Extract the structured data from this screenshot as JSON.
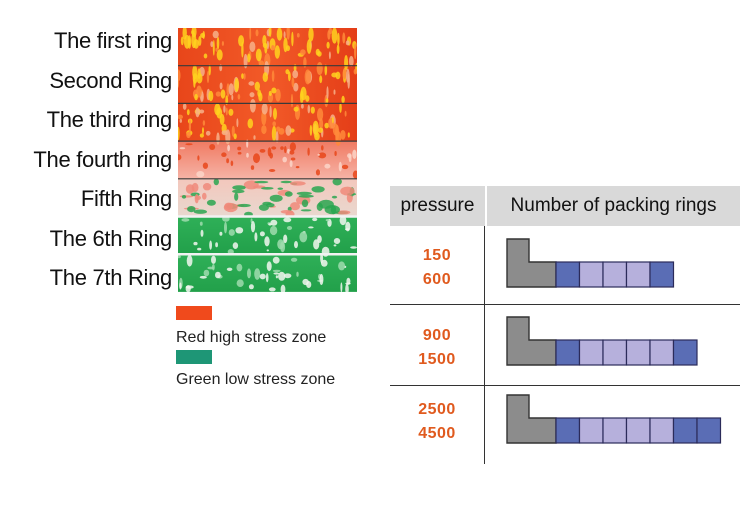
{
  "stress_rings": {
    "labels": [
      "The first ring",
      "Second Ring",
      "The third ring",
      "The fourth ring",
      "Fifth Ring",
      "The 6th Ring",
      "The 7th Ring"
    ],
    "stress_levels": [
      "high",
      "high",
      "high",
      "medium",
      "low",
      "low",
      "low"
    ]
  },
  "legend": {
    "red_label": "Red high stress zone",
    "red_color": "#f04a1c",
    "green_label": "Green low stress zone",
    "green_color": "#1e9676"
  },
  "table": {
    "header_pressure": "pressure",
    "header_rings": "Number of packing rings",
    "rows": [
      {
        "pressure_low": "150",
        "pressure_high": "600",
        "rings": [
          "blue",
          "light",
          "light",
          "light",
          "blue"
        ]
      },
      {
        "pressure_low": "900",
        "pressure_high": "1500",
        "rings": [
          "blue",
          "light",
          "light",
          "light",
          "light",
          "blue"
        ]
      },
      {
        "pressure_low": "2500",
        "pressure_high": "4500",
        "rings": [
          "blue",
          "light",
          "light",
          "light",
          "light",
          "blue",
          "blue"
        ]
      }
    ]
  },
  "colors": {
    "dark_blue_ring": "#5a6db5",
    "light_purple_ring": "#b6b0dc",
    "gland_gray": "#8c8c8c",
    "pressure_text": "#e05a1e"
  }
}
